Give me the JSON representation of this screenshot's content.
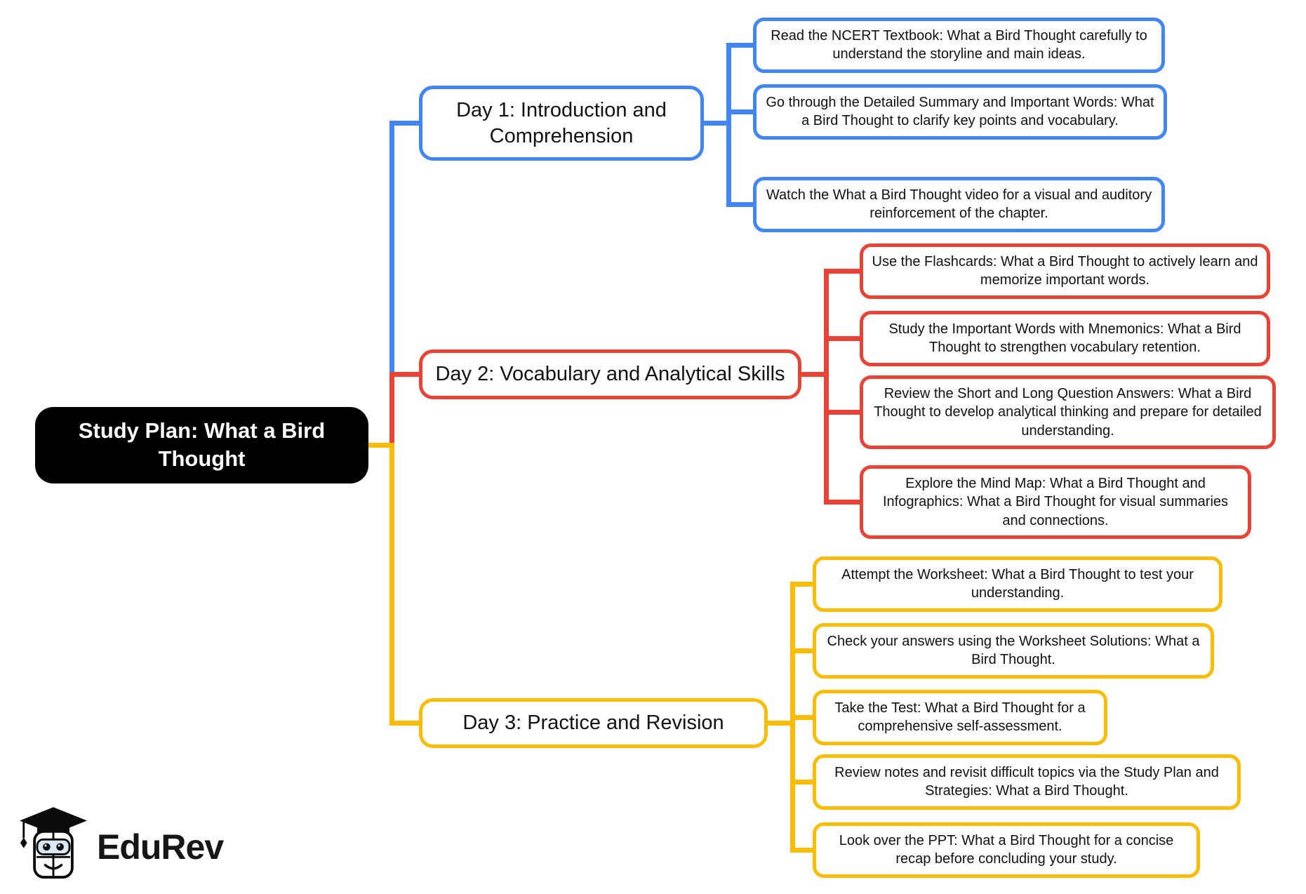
{
  "root": {
    "label": "Study Plan: What a Bird Thought",
    "bg": "#000000",
    "text_color": "#ffffff"
  },
  "branches": [
    {
      "label": "Day 1: Introduction and Comprehension",
      "color": "#4285F4",
      "children": [
        "Read the NCERT Textbook: What a Bird Thought carefully to understand the storyline and main ideas.",
        "Go through the Detailed Summary and Important Words: What a Bird Thought to clarify key points and vocabulary.",
        "Watch the What a Bird Thought video for a visual and auditory reinforcement of the chapter."
      ]
    },
    {
      "label": "Day 2: Vocabulary and Analytical Skills",
      "color": "#EA4335",
      "children": [
        "Use the Flashcards: What a Bird Thought to actively learn and memorize important words.",
        "Study the Important Words with Mnemonics: What a Bird Thought to strengthen vocabulary retention.",
        "Review the Short and Long Question Answers: What a Bird Thought to develop analytical thinking and prepare for detailed understanding.",
        "Explore the Mind Map: What a Bird Thought and Infographics: What a Bird Thought for visual summaries and connections."
      ]
    },
    {
      "label": "Day 3: Practice and Revision",
      "color": "#FBBC05",
      "children": [
        "Attempt the Worksheet: What a Bird Thought to test your understanding.",
        "Check your answers using the Worksheet Solutions: What a Bird Thought.",
        "Take the Test: What a Bird Thought for a comprehensive self-assessment.",
        "Review notes and revisit difficult topics via the Study Plan and Strategies: What a Bird Thought.",
        "Look over the PPT: What a Bird Thought for a concise recap before concluding your study."
      ]
    }
  ],
  "logo": {
    "text": "EduRev"
  }
}
